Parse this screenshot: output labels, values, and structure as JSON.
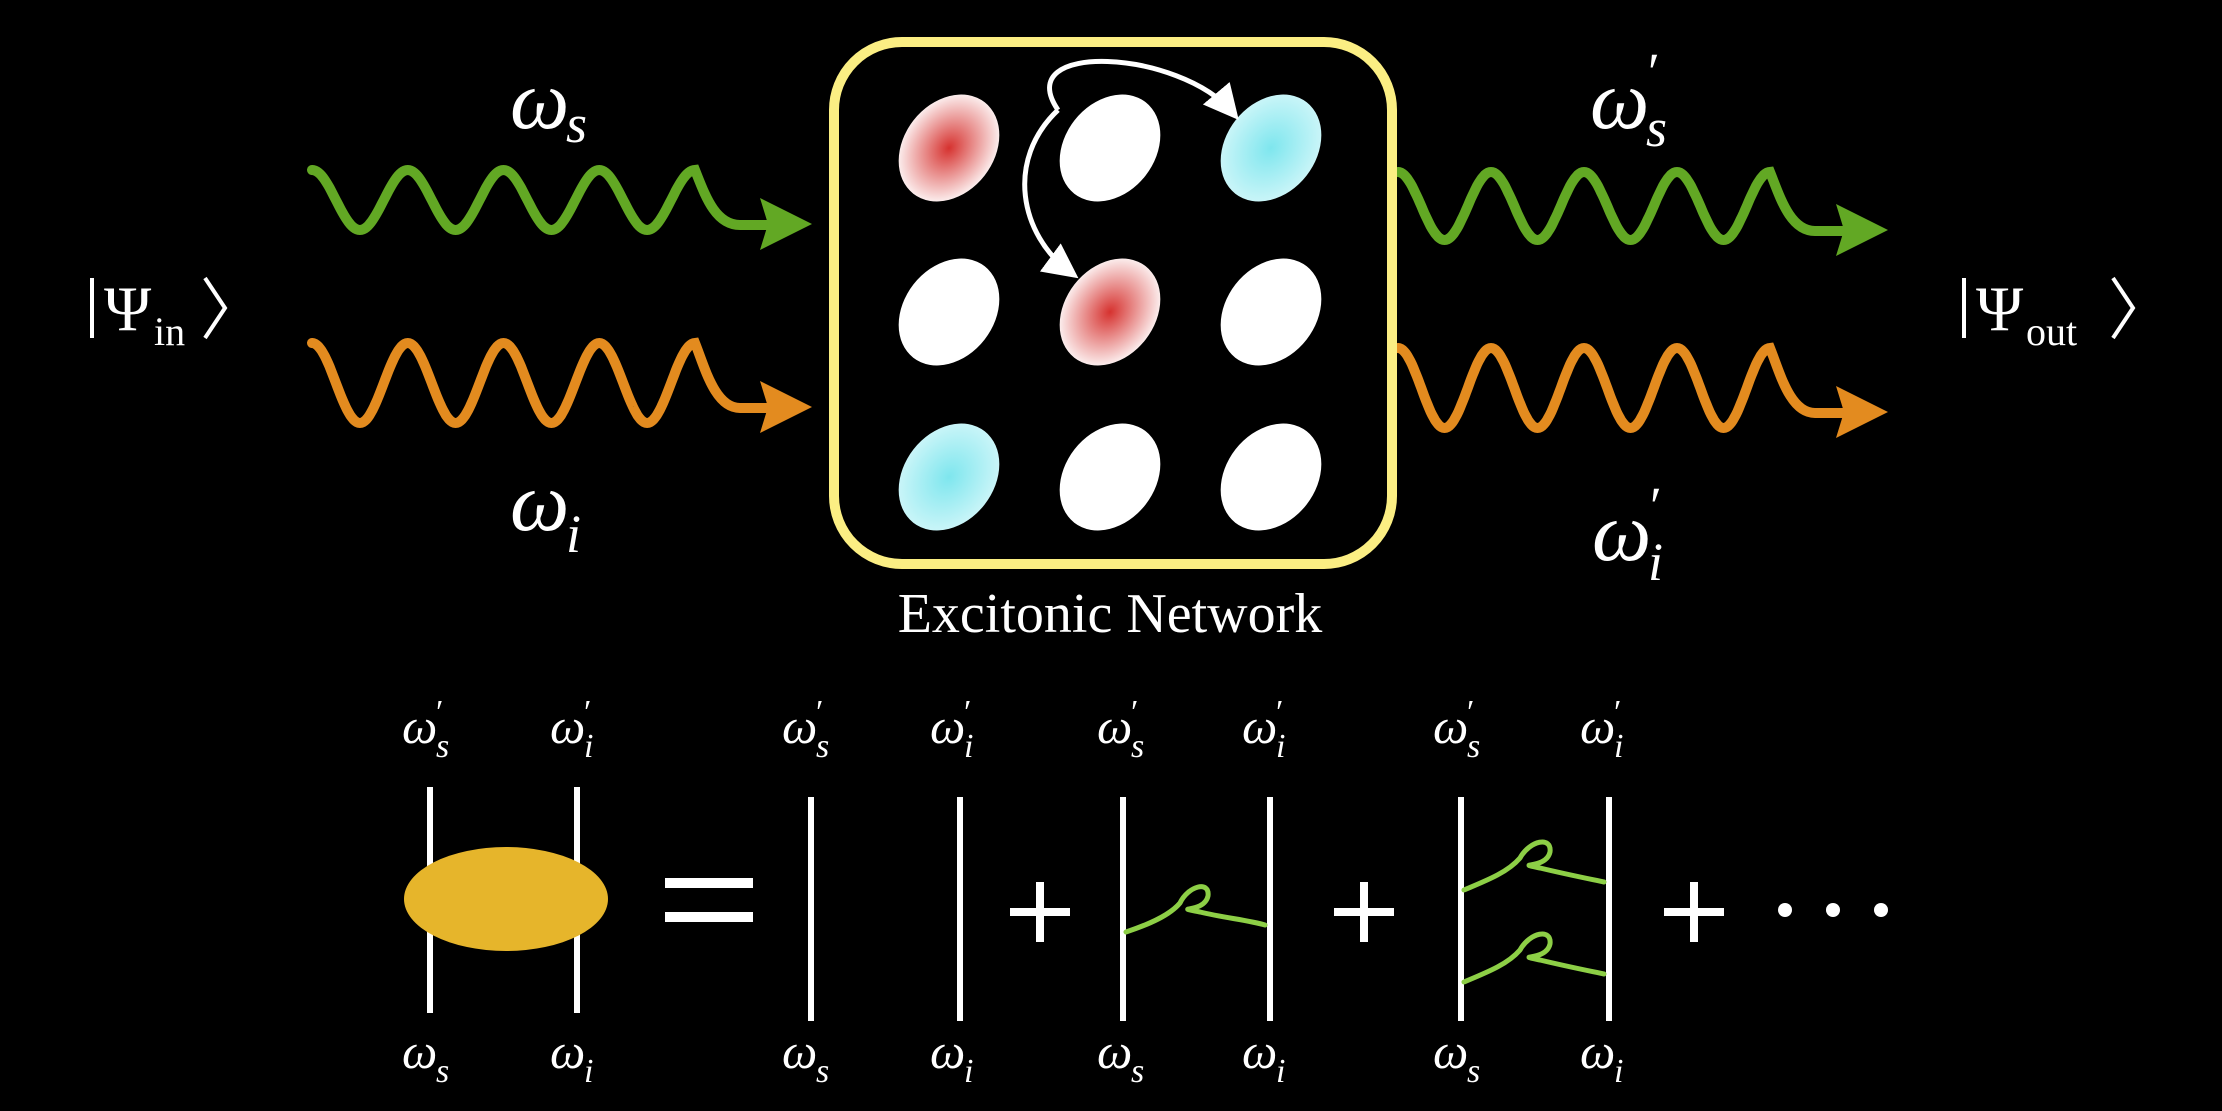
{
  "colors": {
    "background": "#000000",
    "signal_wave": "#62a824",
    "idler_wave": "#e38b1f",
    "network_border": "#fbee83",
    "excited_site": "#d6322f",
    "target_site": "#7ee6ee",
    "ground_site": "#ffffff",
    "vertex_blob": "#e6b52b",
    "ladder_rung": "#8dcf46"
  },
  "states": {
    "psi_symbol": "Ψ",
    "in_sub": "in",
    "out_sub": "out"
  },
  "frequencies": {
    "omega": "ω",
    "s": "s",
    "i": "i",
    "prime": "′"
  },
  "network": {
    "caption": "Excitonic Network",
    "sites": [
      "excited",
      "ground",
      "target",
      "ground",
      "excited",
      "ground",
      "target",
      "ground",
      "ground"
    ]
  },
  "equation": {
    "equals": "=",
    "plus": "+",
    "ellipsis": "⋯"
  }
}
